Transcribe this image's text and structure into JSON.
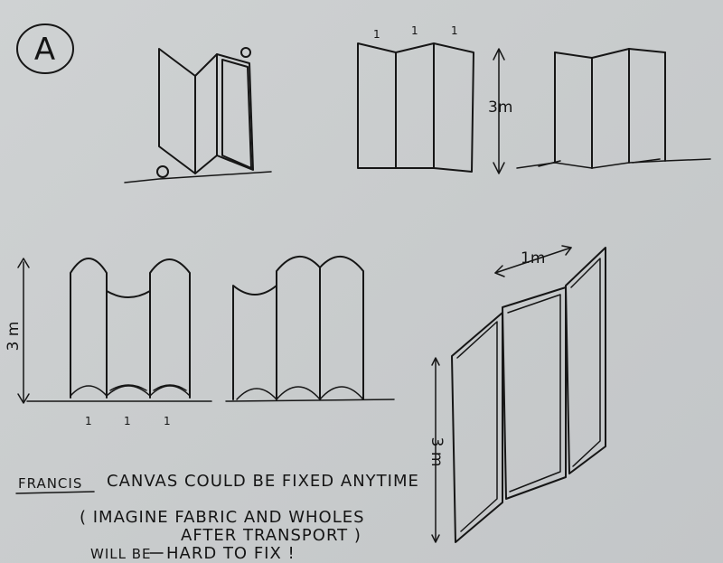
{
  "sheet": {
    "label": "A",
    "panel_width_marks": [
      "1",
      "1",
      "1"
    ],
    "height_top": "3m",
    "height_left": "3 m",
    "width_right": "1m",
    "height_right": "3 m"
  },
  "note": {
    "name": "FRANCIS",
    "line1": "CANVAS COULD BE FIXED ANYTIME",
    "line2": "( IMAGINE FABRIC AND WHOLES",
    "line3": "AFTER TRANSPORT )",
    "line4_a": "WILL BE",
    "line4_b": "HARD TO FIX !"
  }
}
